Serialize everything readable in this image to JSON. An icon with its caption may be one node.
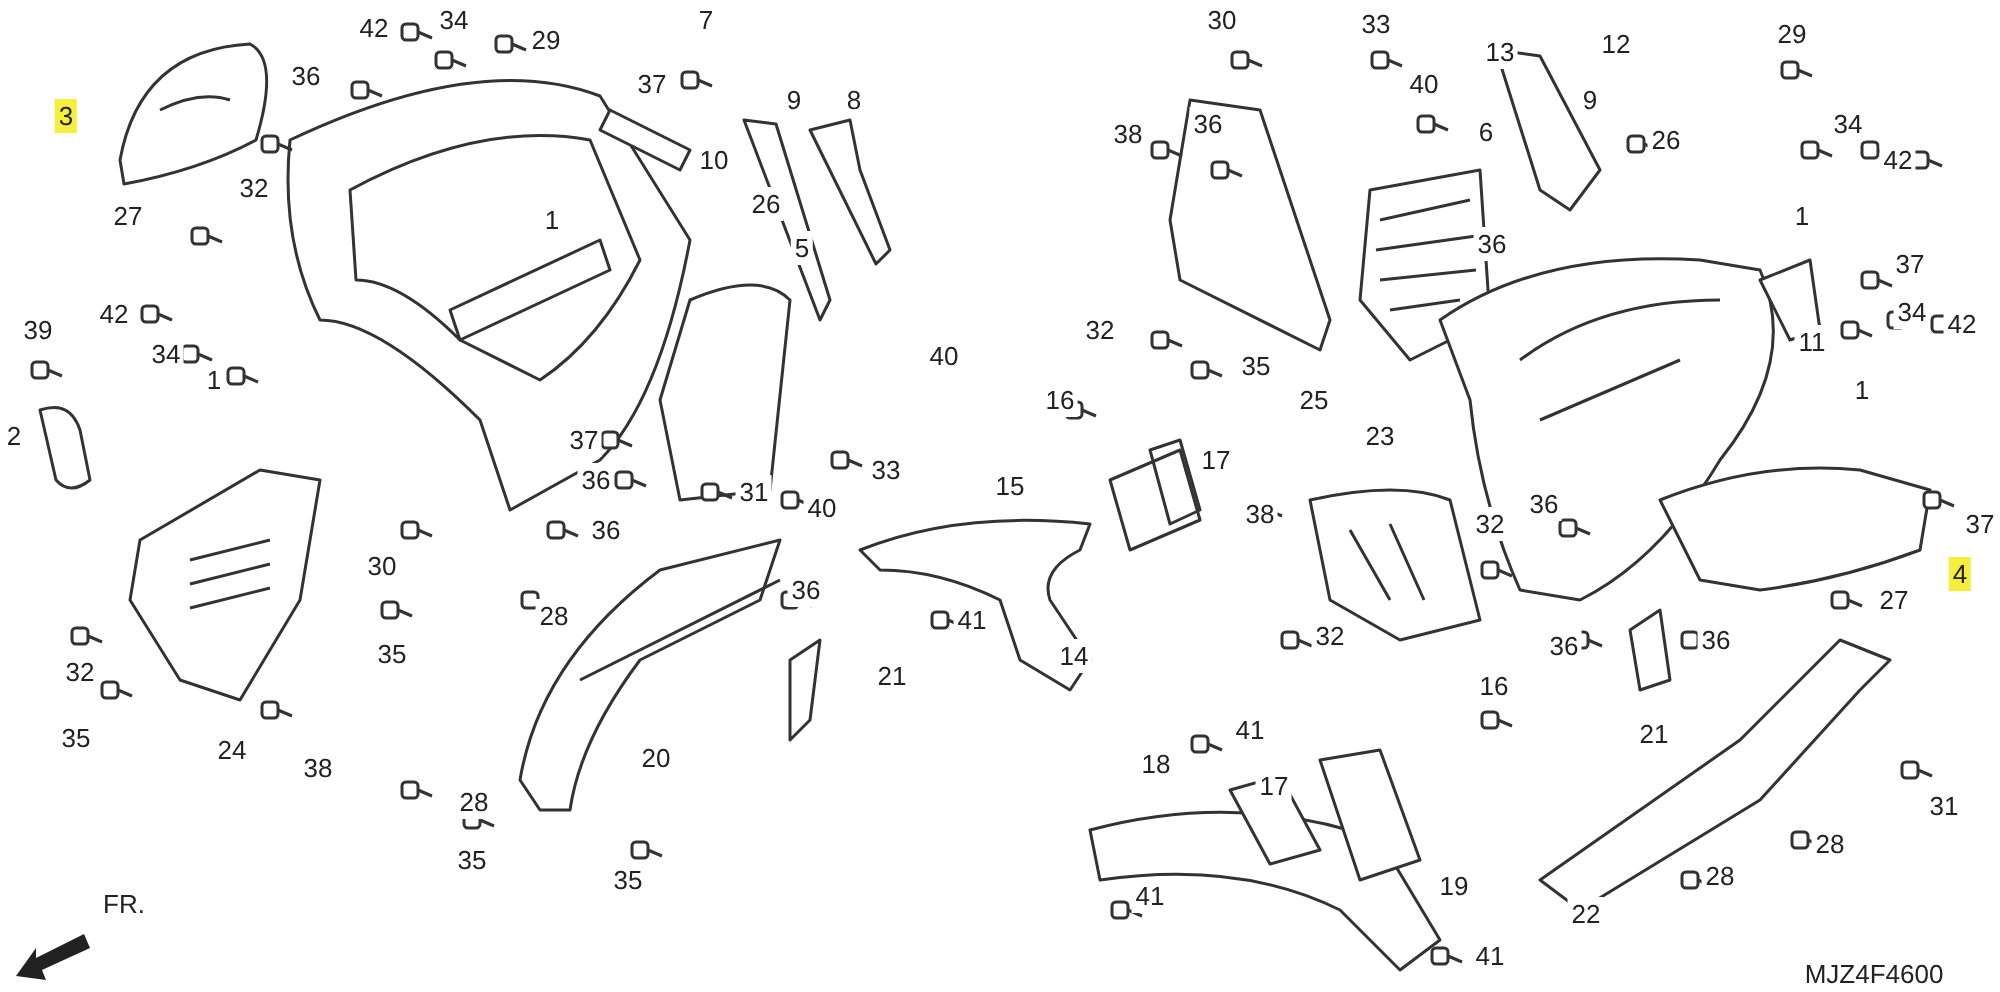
{
  "diagram": {
    "labels": [
      "42",
      "34",
      "29",
      "7",
      "3",
      "36",
      "37",
      "9",
      "8",
      "27",
      "32",
      "10",
      "1",
      "26",
      "42",
      "34",
      "1",
      "5",
      "39",
      "40",
      "2",
      "37",
      "36",
      "31",
      "33",
      "40",
      "30",
      "36",
      "28",
      "36",
      "41",
      "35",
      "21",
      "32",
      "35",
      "24",
      "38",
      "20",
      "28",
      "35",
      "35",
      "FR.",
      "30",
      "33",
      "13",
      "12",
      "29",
      "40",
      "6",
      "26",
      "34",
      "42",
      "38",
      "36",
      "9",
      "1",
      "36",
      "37",
      "11",
      "34",
      "42",
      "32",
      "35",
      "25",
      "1",
      "16",
      "17",
      "15",
      "23",
      "38",
      "32",
      "36",
      "37",
      "4",
      "27",
      "36",
      "36",
      "21",
      "14",
      "41",
      "32",
      "16",
      "31",
      "18",
      "17",
      "28",
      "19",
      "28",
      "41",
      "22",
      "41",
      "MJZ4F4600"
    ]
  }
}
